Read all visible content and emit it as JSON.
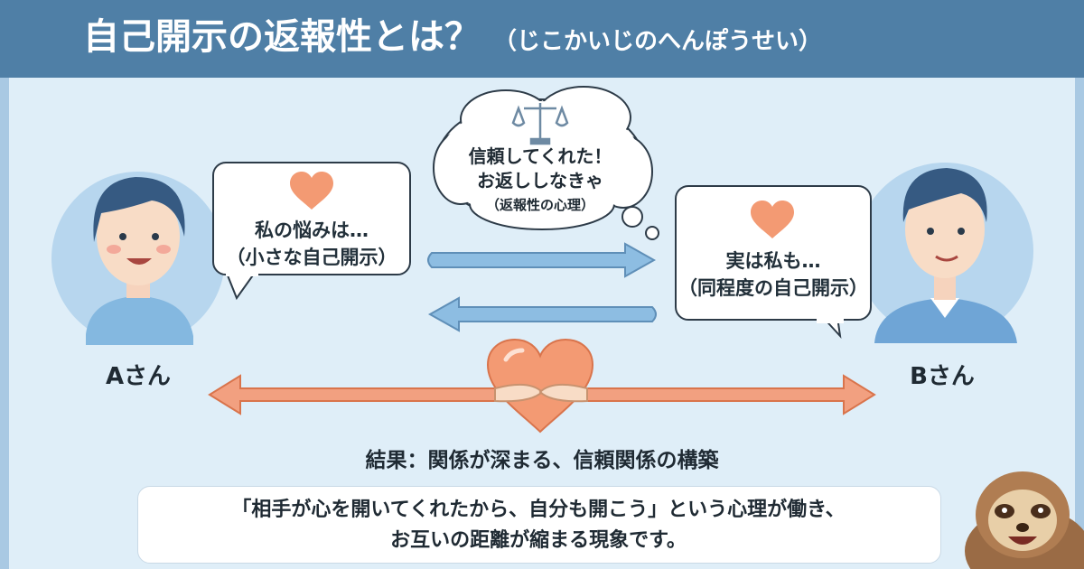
{
  "header": {
    "title": "自己開示の返報性とは？",
    "reading": "（じこかいじのへんぽうせい）"
  },
  "person_a": {
    "name": "Aさん",
    "bubble_line1": "私の悩みは…",
    "bubble_line2": "（小さな自己開示）"
  },
  "person_b": {
    "name": "Bさん",
    "bubble_line1": "実は私も…",
    "bubble_line2": "（同程度の自己開示）"
  },
  "thought": {
    "line1": "信頼してくれた！",
    "line2": "お返ししなきゃ",
    "line3": "（返報性の心理）"
  },
  "result": {
    "label": "結果：関係が深まる、信頼関係の構築"
  },
  "note": {
    "line1": "「相手が心を開いてくれたから、自分も開こう」という心理が働き、",
    "line2": "お互いの距離が縮まる現象です。"
  },
  "colors": {
    "header": "#4f7fa6",
    "arrow_blue": "#7fb0d6",
    "arrow_orange": "#ef8f66",
    "heart": "#f39a73"
  }
}
